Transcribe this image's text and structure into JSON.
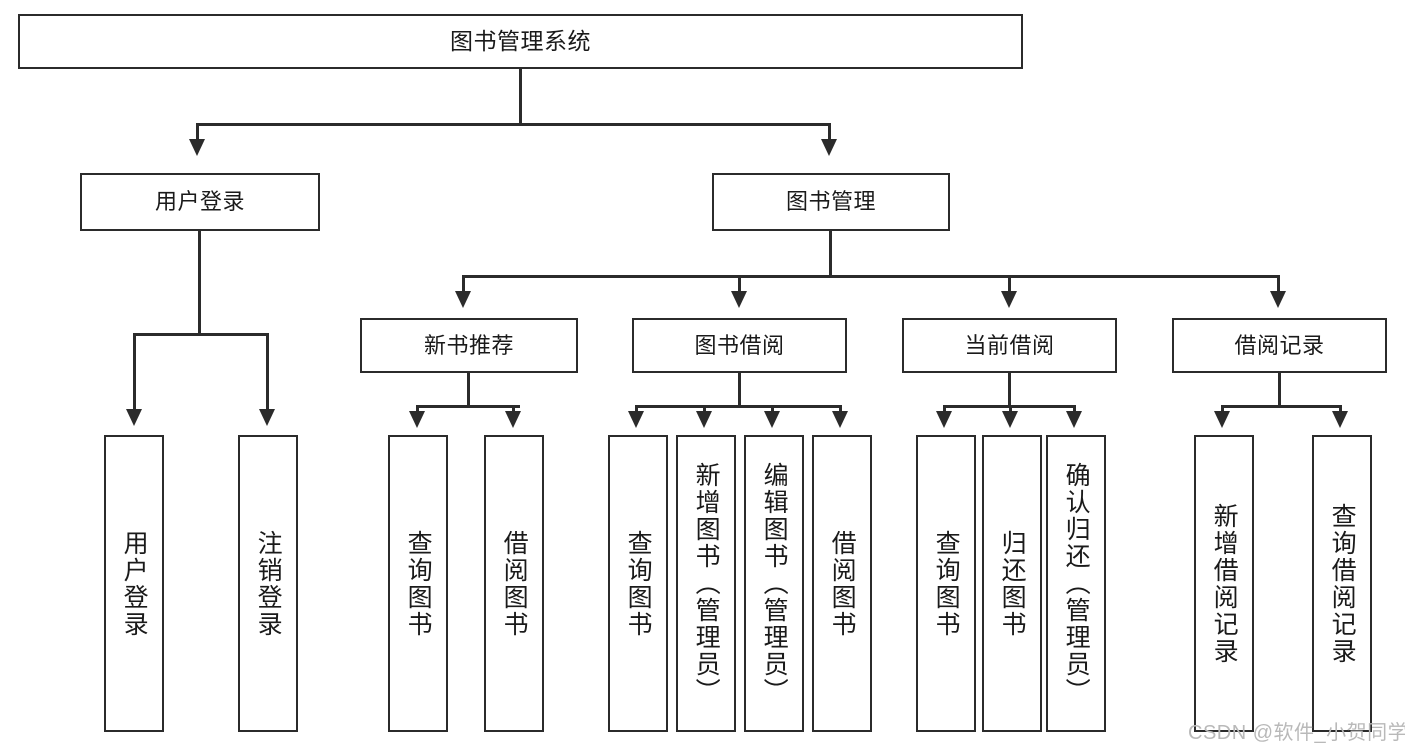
{
  "diagram": {
    "title": "图书管理系统",
    "type": "tree-hierarchy-diagram",
    "theme": {
      "line_color": "#2b2b2b",
      "box_fill": "#ffffff",
      "text_color": "#1a1a1a",
      "background": "#ffffff",
      "watermark_color": "#b9b9b9"
    }
  },
  "nodes": {
    "root": {
      "label": "图书管理系统"
    },
    "level2": [
      {
        "label": "用户登录"
      },
      {
        "label": "图书管理"
      }
    ],
    "level3": [
      {
        "label": "新书推荐"
      },
      {
        "label": "图书借阅"
      },
      {
        "label": "当前借阅"
      },
      {
        "label": "借阅记录"
      }
    ],
    "leaves": {
      "user_login": [
        {
          "label": "用户登录"
        },
        {
          "label": "注销登录"
        }
      ],
      "new_book_recommend": [
        {
          "label": "查询图书"
        },
        {
          "label": "借阅图书"
        }
      ],
      "book_borrow": [
        {
          "label": "查询图书"
        },
        {
          "label": "新增图书（管理员）"
        },
        {
          "label": "编辑图书（管理员）"
        },
        {
          "label": "借阅图书"
        }
      ],
      "current_borrow": [
        {
          "label": "查询图书"
        },
        {
          "label": "归还图书"
        },
        {
          "label": "确认归还（管理员）"
        }
      ],
      "borrow_record": [
        {
          "label": "新增借阅记录"
        },
        {
          "label": "查询借阅记录"
        }
      ]
    }
  },
  "watermark": {
    "text": "CSDN @软件_小贺同学"
  }
}
